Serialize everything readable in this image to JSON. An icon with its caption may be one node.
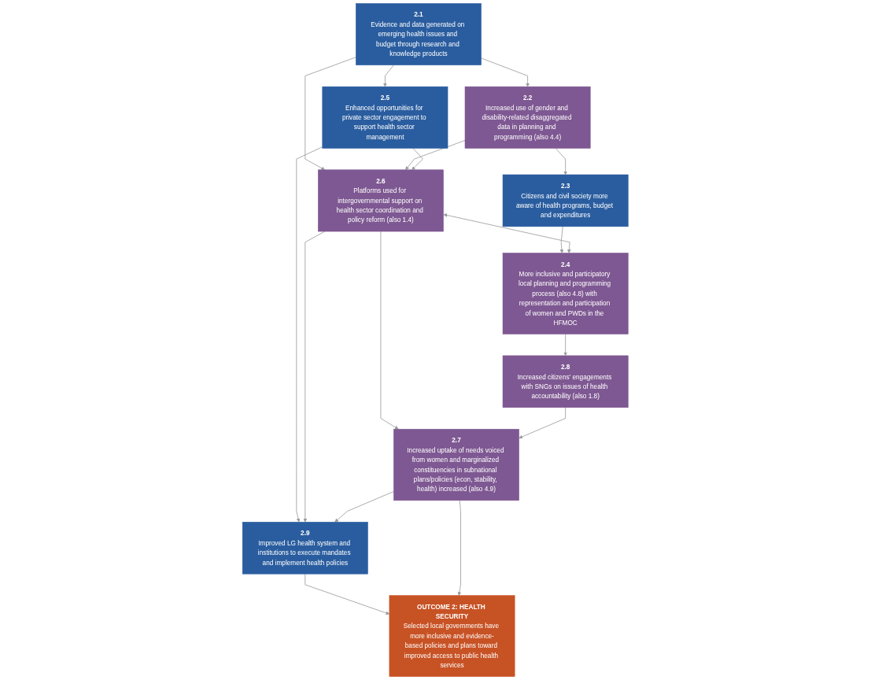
{
  "diagram": {
    "nodes": [
      {
        "text": [
          "2.1",
          "Evidence and data generated on emerging health issues and budget through research and knowledge products"
        ]
      },
      {
        "text": [
          "2.2",
          "Increased use of gender and disability-related disaggregated data in planning and programming (also 4.4)"
        ]
      },
      {
        "text": [
          "2.3",
          "Citizens and civil society more aware of health programs, budget and expenditures"
        ]
      },
      {
        "text": [
          "2.5",
          "Enhanced opportunities for private sector engagement to support health sector management"
        ]
      },
      {
        "text": [
          "2.6",
          "Platforms used for intergovernmental support on health sector coordination and policy reform (also 1.4)"
        ]
      },
      {
        "text": [
          "2.4",
          "More inclusive and participatory local planning and programming process (also 4.8) with representation and participation of women and PWDs in the HFMOC"
        ]
      },
      {
        "text": [
          "2.9",
          "Improved LG health system and institutions to execute mandates and implement health policies"
        ]
      },
      {
        "text": [
          "2.7",
          "Increased uptake of needs voiced from women and marginalized constituencies in subnational plans/policies (econ, stability, health) increased (also 4.9)"
        ]
      },
      {
        "text": [
          "2.8",
          "Increased citizens' engagements with SNGs on issues of health accountability (also 1.8)"
        ]
      },
      {
        "text": [
          "OUTCOME 2: HEALTH SECURITY",
          "Selected local governments have more inclusive and evidence-based policies and plans toward improved access to public health services"
        ]
      }
    ],
    "edges": [
      {
        "from": 0,
        "to": 1,
        "arrow": "to"
      },
      {
        "from": 1,
        "to": 2,
        "arrow": "to"
      },
      {
        "from": 0,
        "to": 3,
        "arrow": "to"
      },
      {
        "from": 0,
        "to": 4,
        "arrow": "to"
      },
      {
        "from": 1,
        "to": 4,
        "arrow": "to"
      },
      {
        "from": 2,
        "to": 5,
        "arrow": "to"
      },
      {
        "from": 3,
        "to": 4,
        "arrow": "to"
      },
      {
        "from": 4,
        "to": 5,
        "arrow": "both"
      },
      {
        "from": 3,
        "to": 6,
        "arrow": "to"
      },
      {
        "from": 4,
        "to": 6,
        "arrow": "to"
      },
      {
        "from": 4,
        "to": 7,
        "arrow": "to"
      },
      {
        "from": 5,
        "to": 8,
        "arrow": "to"
      },
      {
        "from": 8,
        "to": 7,
        "arrow": "to"
      },
      {
        "from": 7,
        "to": 6,
        "arrow": "to"
      },
      {
        "from": 6,
        "to": 9,
        "arrow": "to"
      },
      {
        "from": 7,
        "to": 9,
        "arrow": "to"
      }
    ]
  }
}
